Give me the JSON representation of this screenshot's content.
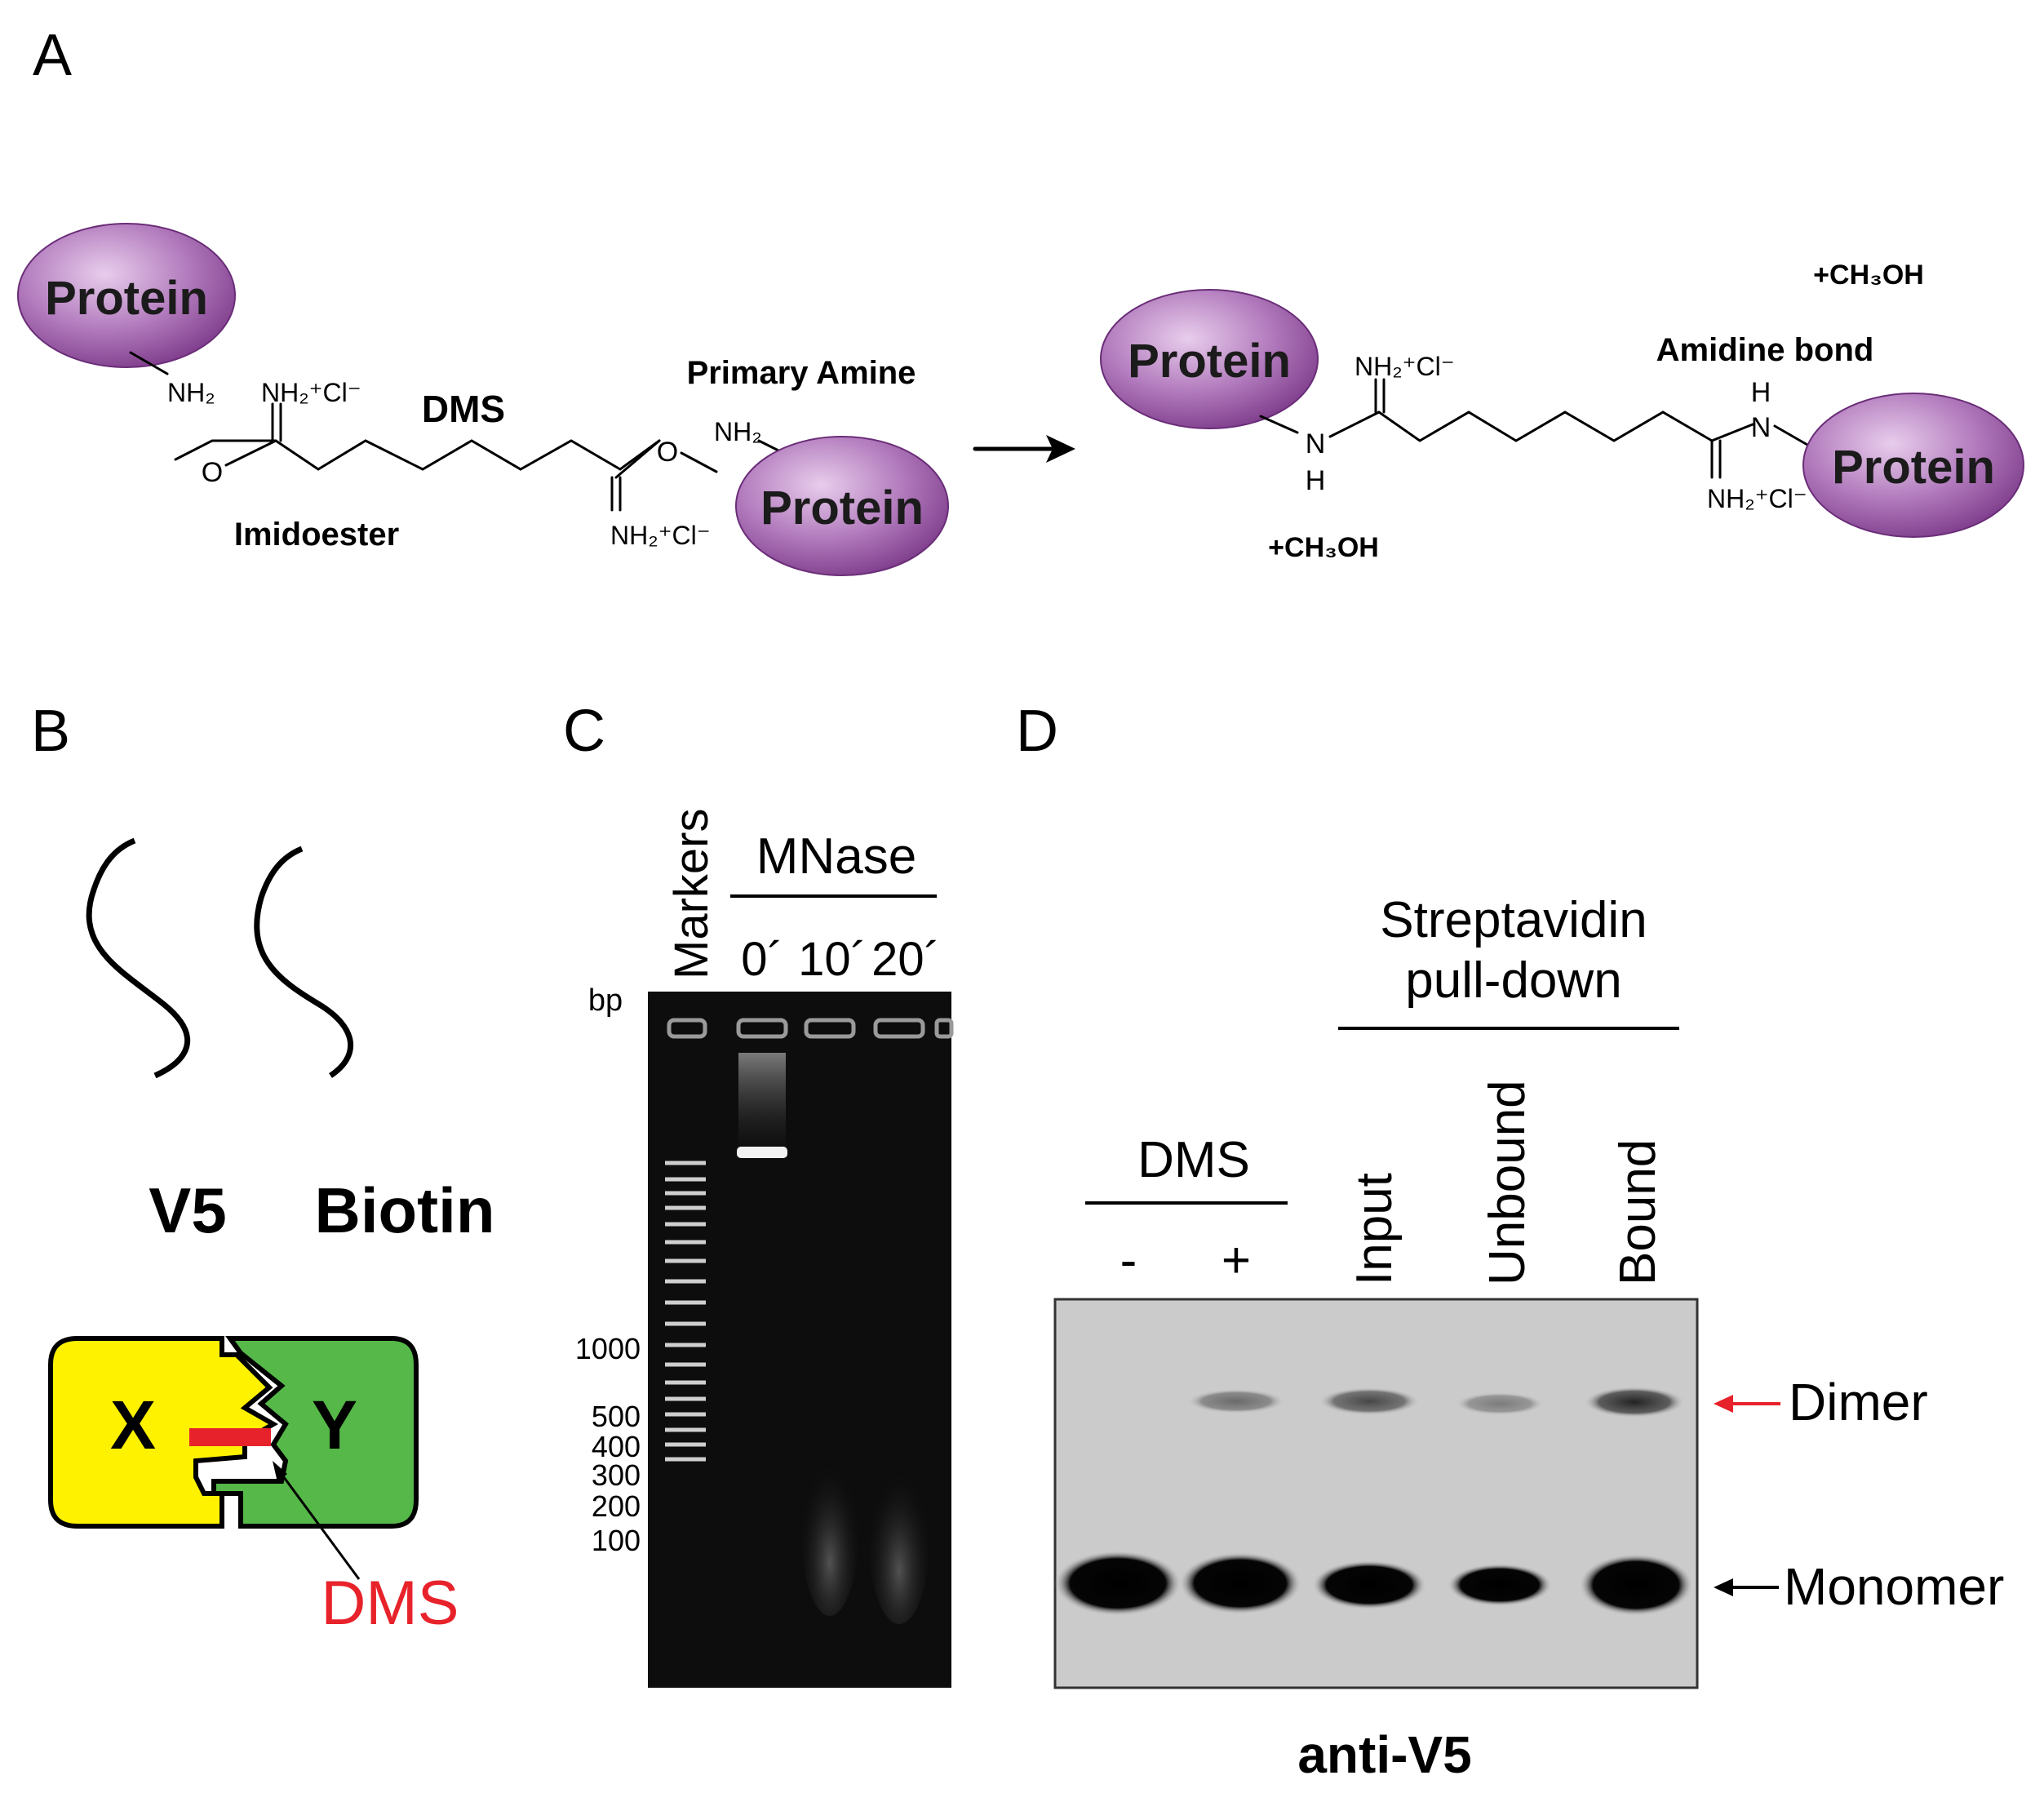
{
  "panel_labels": {
    "a": "A",
    "b": "B",
    "c": "C",
    "d": "D"
  },
  "panel_a": {
    "protein_label": "Protein",
    "nh2": "NH₂",
    "nh2_top": "NH₂",
    "nh2cl": "NH₂⁺Cl⁻",
    "o": "O",
    "n": "N",
    "h": "H",
    "dms_label": "DMS",
    "imidoester_label": "Imidoester",
    "primary_amine_label": "Primary Amine",
    "amidine_bond_label": "Amidine bond",
    "methanol_1": "+CH₃OH",
    "methanol_2": "+CH₃OH",
    "colors": {
      "protein_fill": "#8e4a9a",
      "protein_light": "#dcb8e2"
    }
  },
  "panel_b": {
    "v5_label": "V5",
    "biotin_label": "Biotin",
    "x_label": "X",
    "y_label": "Y",
    "dms_label": "DMS",
    "colors": {
      "x_fill": "#fff200",
      "y_fill": "#55b848",
      "crosslink": "#e8222a",
      "dms_text": "#e8222a"
    }
  },
  "panel_c": {
    "markers_label": "Markers",
    "mnase_label": "MNase",
    "lanes": [
      "0´",
      "10´",
      "20´"
    ],
    "bp_label": "bp",
    "size_labels": [
      "1000",
      "500",
      "400",
      "300",
      "200",
      "100"
    ]
  },
  "panel_d": {
    "streptavidin_line1": "Streptavidin",
    "streptavidin_line2": "pull-down",
    "dms_label": "DMS",
    "minus": "-",
    "plus": "+",
    "fractions": [
      "Input",
      "Unbound",
      "Bound"
    ],
    "dimer_label": "Dimer",
    "monomer_label": "Monomer",
    "antibody_label": "anti-V5",
    "colors": {
      "dimer_arrow": "#e8222a",
      "monomer_arrow": "#000000"
    }
  }
}
